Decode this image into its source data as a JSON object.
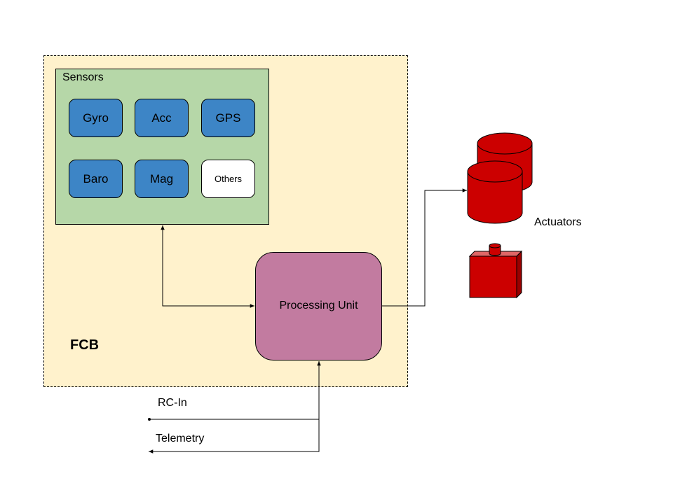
{
  "fcb": {
    "label": "FCB",
    "fill": "#fff2cc"
  },
  "sensors": {
    "label": "Sensors",
    "fill": "#b6d7a8",
    "items": [
      {
        "label": "Gyro",
        "fill": "#3d85c6"
      },
      {
        "label": "Acc",
        "fill": "#3d85c6"
      },
      {
        "label": "GPS",
        "fill": "#3d85c6"
      },
      {
        "label": "Baro",
        "fill": "#3d85c6"
      },
      {
        "label": "Mag",
        "fill": "#3d85c6"
      },
      {
        "label": "Others",
        "fill": "#ffffff"
      }
    ]
  },
  "processing_unit": {
    "label": "Processing Unit",
    "fill": "#c27ba0"
  },
  "actuators": {
    "label": "Actuators",
    "fill": "#cc0000",
    "icons": [
      "motor-cylinder-icon",
      "servo-box-icon"
    ]
  },
  "links": {
    "rc_in": "RC-In",
    "telemetry": "Telemetry"
  }
}
